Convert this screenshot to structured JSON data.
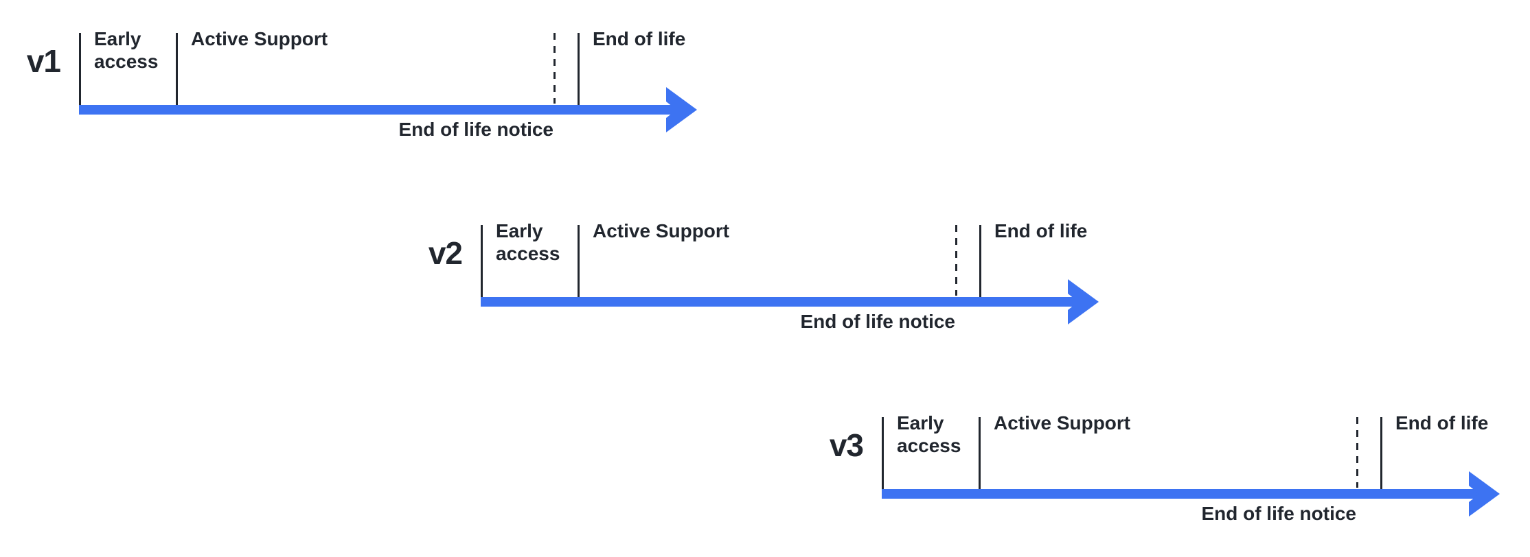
{
  "diagram": {
    "type": "release-lifecycle-timelines",
    "colors": {
      "accent_blue": "#3D73F2",
      "ink": "#21262E"
    },
    "rows": [
      {
        "version": "v1",
        "phases": {
          "early_access": "Early access",
          "active_support": "Active Support",
          "end_of_life": "End of life",
          "end_of_life_notice": "End of life notice"
        }
      },
      {
        "version": "v2",
        "phases": {
          "early_access": "Early access",
          "active_support": "Active Support",
          "end_of_life": "End of life",
          "end_of_life_notice": "End of life notice"
        }
      },
      {
        "version": "v3",
        "phases": {
          "early_access": "Early access",
          "active_support": "Active Support",
          "end_of_life": "End of life",
          "end_of_life_notice": "End of life notice"
        }
      }
    ]
  }
}
